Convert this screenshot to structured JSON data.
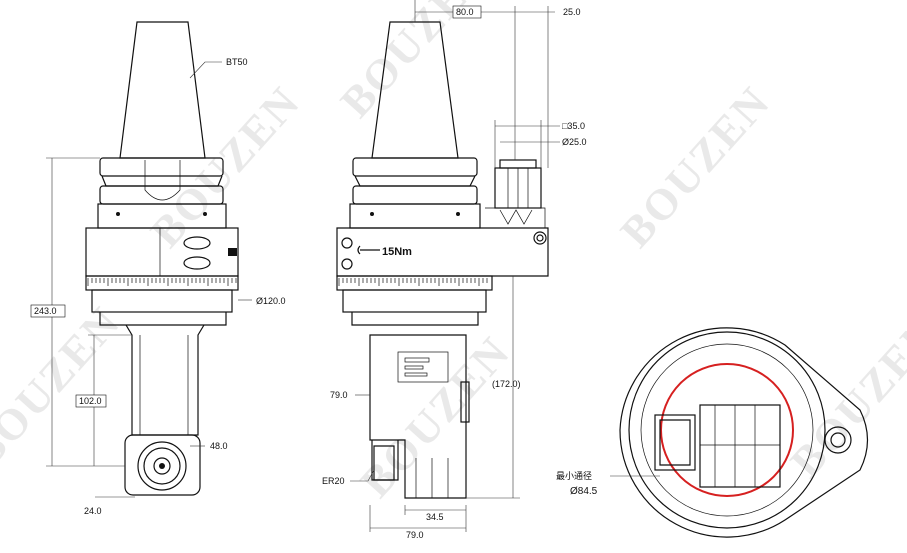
{
  "watermark": "BOUZEN",
  "labels": {
    "bt50": "BT50",
    "d120": "Ø120.0",
    "h243": "243.0",
    "h102": "102.0",
    "w48": "48.0",
    "w24": "24.0",
    "w80": "80.0",
    "w25": "25.0",
    "sq35": "□35.0",
    "d25": "Ø25.0",
    "torque": "15Nm",
    "h79": "79.0",
    "h172": "(172.0)",
    "er20": "ER20",
    "w345": "34.5",
    "w79b": "79.0",
    "min_bore": "最小通径",
    "d845": "Ø84.5"
  },
  "colors": {
    "line": "#111111",
    "bore_circle": "#d62020",
    "watermark": "#d8d8d8"
  }
}
